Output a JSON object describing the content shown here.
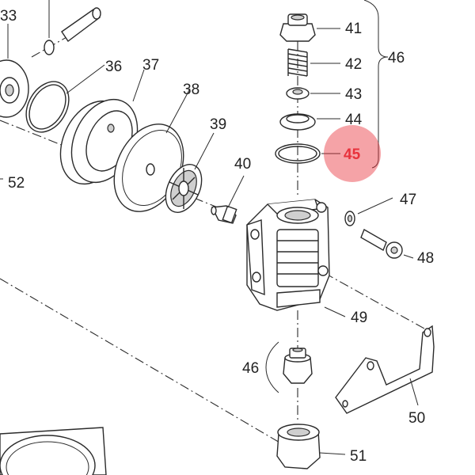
{
  "labels": {
    "p33": "33",
    "p36": "36",
    "p37": "37",
    "p38": "38",
    "p39": "39",
    "p40": "40",
    "p41": "41",
    "p42": "42",
    "p43": "43",
    "p44": "44",
    "p45": "45",
    "p46_top": "46",
    "p46_bottom": "46",
    "p47": "47",
    "p48": "48",
    "p49": "49",
    "p50": "50",
    "p51": "51",
    "p52": "52"
  },
  "highlight": {
    "part": "45",
    "color": "#e8323c"
  }
}
